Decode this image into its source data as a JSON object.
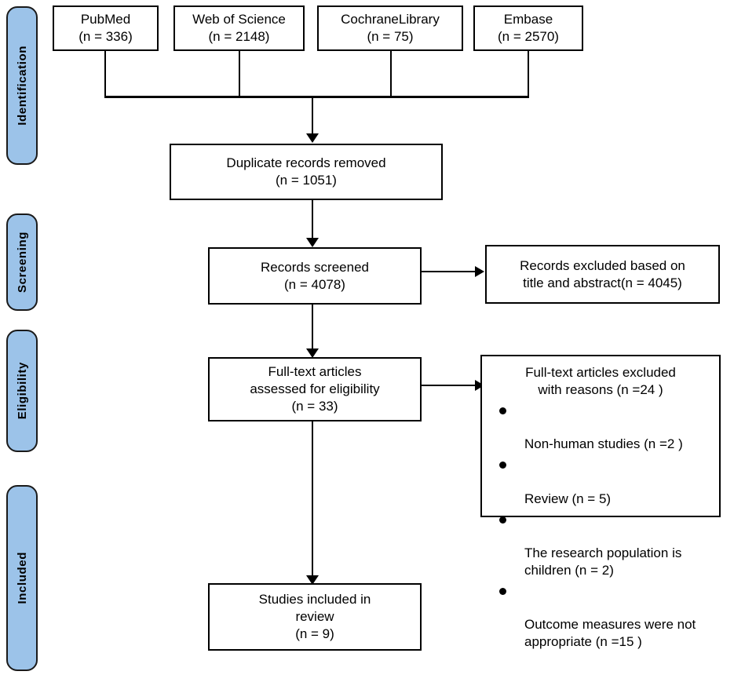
{
  "diagram": {
    "title": "PRISMA flow diagram",
    "accent_color": "#9cc3e9",
    "line_color": "#000000",
    "box_border_color": "#000000"
  },
  "phases": [
    {
      "id": "identification",
      "label": "Identification"
    },
    {
      "id": "screening",
      "label": "Screening"
    },
    {
      "id": "eligibility",
      "label": "Eligibility"
    },
    {
      "id": "included",
      "label": "Included"
    }
  ],
  "sources": [
    {
      "id": "pubmed",
      "name": "PubMed",
      "count": "(n = 336)",
      "text": "PubMed\n(n = 336)"
    },
    {
      "id": "web-of-science",
      "name": "Web of Science",
      "count": "(n = 2148)",
      "text": "Web of Science\n(n = 2148)"
    },
    {
      "id": "cochrane-library",
      "name": "CochraneLibrary",
      "count": "(n = 75)",
      "text": "CochraneLibrary\n(n = 75)"
    },
    {
      "id": "embase",
      "name": "Embase",
      "count": "(n = 2570)",
      "text": "Embase\n(n = 2570)"
    }
  ],
  "nodes": {
    "duplicates_removed": {
      "label": "Duplicate records removed",
      "count": "(n = 1051)",
      "text": "Duplicate records removed\n(n = 1051)"
    },
    "records_screened": {
      "label": "Records screened",
      "count": "(n =   4078)",
      "text": "Records screened\n(n =   4078)"
    },
    "records_excluded": {
      "label": "Records excluded based on",
      "count": "title and abstract(n = 4045)",
      "text": "Records excluded based on\ntitle and abstract(n = 4045)"
    },
    "full_text_assessed": {
      "label": "Full-text articles assessed for eligibility",
      "count": "(n = 33)",
      "text": "Full-text articles\nassessed for eligibility\n(n = 33)"
    },
    "studies_included": {
      "label": "Studies included in review",
      "count": "(n = 9)",
      "text": "Studies included in\nreview\n(n = 9)"
    }
  },
  "exclusions": {
    "heading": "Full-text articles excluded\nwith reasons (n =24 )",
    "reasons": [
      {
        "text": "Non-human studies    (n =2 )"
      },
      {
        "text": "Review (n = 5)"
      },
      {
        "text": "The research population is\nchildren (n = 2)"
      },
      {
        "text": "Outcome measures were not\nappropriate    (n =15 )"
      }
    ]
  }
}
